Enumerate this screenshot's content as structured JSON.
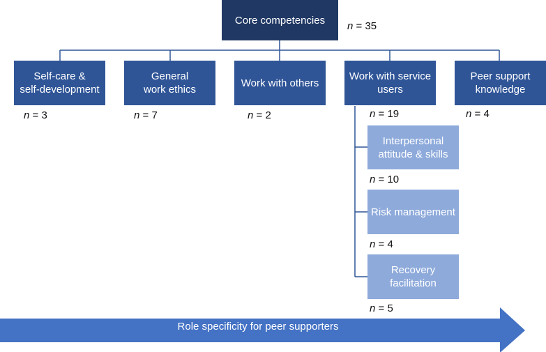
{
  "root": {
    "label": "Core competencies",
    "n_symbol": "n",
    "n_text": "= 35"
  },
  "categories": [
    {
      "label": "Self-care &\nself-development",
      "n_symbol": "n",
      "n_text": "= 3"
    },
    {
      "label": "General\nwork ethics",
      "n_symbol": "n",
      "n_text": "= 7"
    },
    {
      "label": "Work with others",
      "n_symbol": "n",
      "n_text": "= 2"
    },
    {
      "label": "Work with service\nusers",
      "n_symbol": "n",
      "n_text": "= 19"
    },
    {
      "label": "Peer support\nknowledge",
      "n_symbol": "n",
      "n_text": "= 4"
    }
  ],
  "subcategories": [
    {
      "label": "Interpersonal\nattitude & skills",
      "n_symbol": "n",
      "n_text": "= 10"
    },
    {
      "label": "Risk management",
      "n_symbol": "n",
      "n_text": "= 4"
    },
    {
      "label": "Recovery\nfacilitation",
      "n_symbol": "n",
      "n_text": "= 5"
    }
  ],
  "arrow": {
    "label": "Role specificity for peer supporters"
  },
  "colors": {
    "root": "#203864",
    "category": "#2f5597",
    "subcategory": "#8eaadb",
    "arrow": "#4472c4",
    "connector": "#2f5597"
  }
}
